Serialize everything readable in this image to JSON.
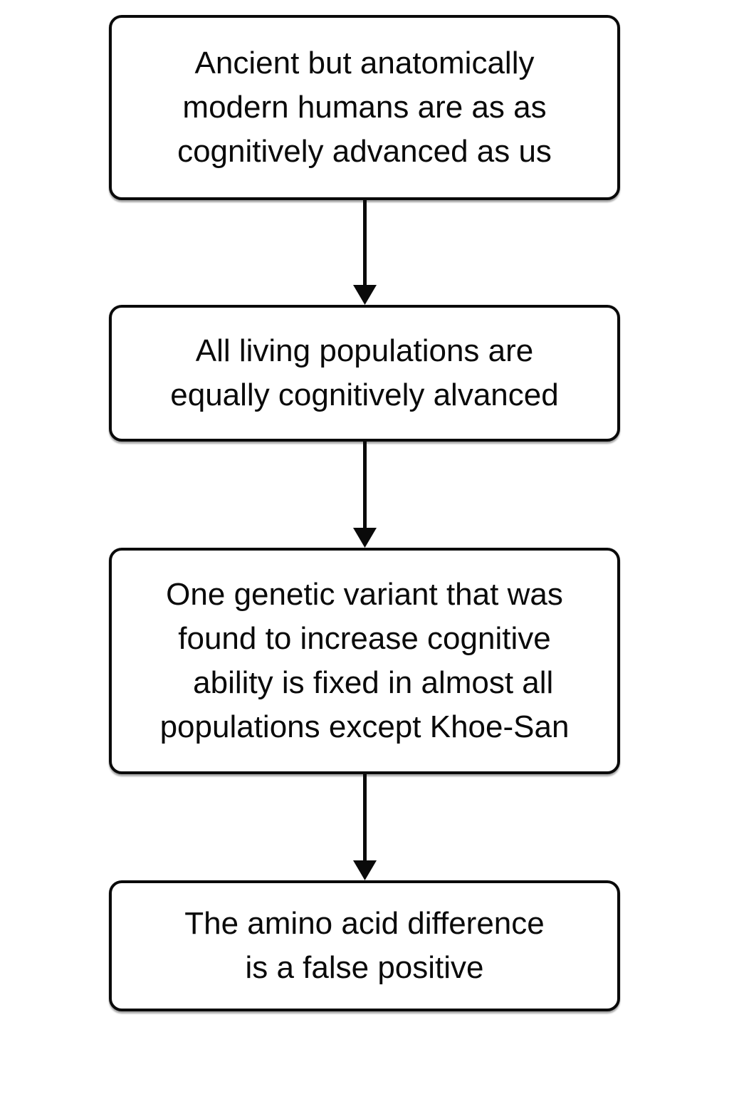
{
  "diagram": {
    "type": "flowchart",
    "background_color": "#ffffff",
    "box_border_color": "#0a0a0a",
    "text_color": "#0a0a0a",
    "arrow_color": "#0a0a0a",
    "nodes": [
      {
        "id": "node-1",
        "lines": [
          "Ancient but anatomically",
          "modern humans are as as",
          "cognitively advanced as us"
        ]
      },
      {
        "id": "node-2",
        "lines": [
          "All living populations are",
          "equally cognitively alvanced"
        ]
      },
      {
        "id": "node-3",
        "lines": [
          "One genetic variant that was",
          "found to increase cognitive",
          "  ability is fixed in almost all",
          "populations except Khoe-San"
        ]
      },
      {
        "id": "node-4",
        "lines": [
          "The amino acid difference",
          "is a false positive"
        ]
      }
    ],
    "connectors": [
      {
        "id": "arrow-1",
        "from": "node-1",
        "to": "node-2",
        "direction": "down"
      },
      {
        "id": "arrow-2",
        "from": "node-2",
        "to": "node-3",
        "direction": "down"
      },
      {
        "id": "arrow-3",
        "from": "node-3",
        "to": "node-4",
        "direction": "down"
      }
    ]
  }
}
